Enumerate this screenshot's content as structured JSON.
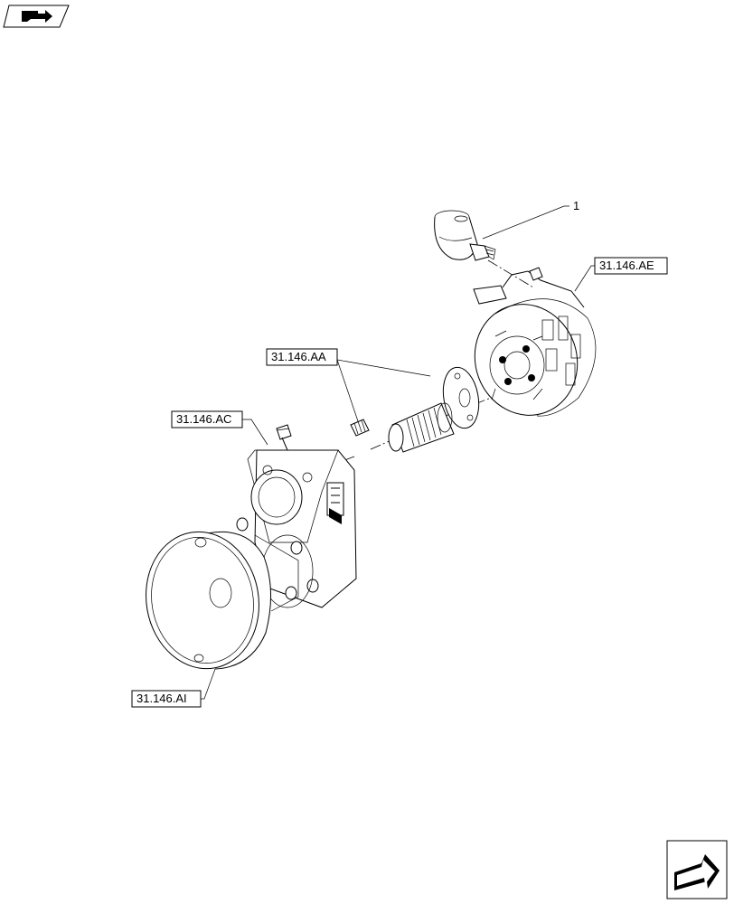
{
  "callouts": {
    "item_1": "1",
    "ref_ae": "31.146.AE",
    "ref_aa": "31.146.AA",
    "ref_ac": "31.146.AC",
    "ref_ai": "31.146.AI"
  },
  "icons": {
    "top_left": "book-hand-icon",
    "bottom_right": "next-page-arrow-icon"
  }
}
